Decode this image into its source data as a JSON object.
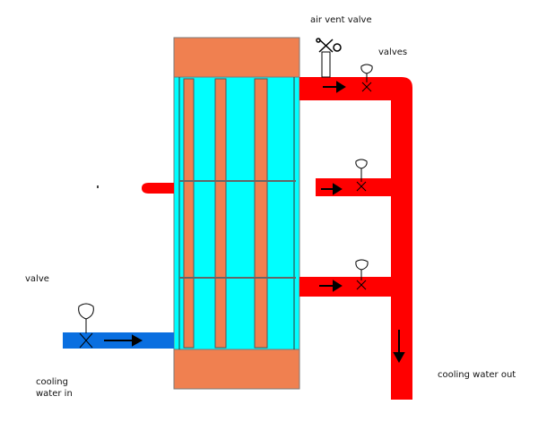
{
  "labels": {
    "air_vent_valve": "air vent valve",
    "valves": "valves",
    "valve": "valve",
    "cooling_water_in": "cooling water in",
    "cooling_water_out": "cooling water out"
  },
  "colors": {
    "shell_orange": "#f08050",
    "tube_cyan": "#00ffff",
    "hot_pipe_red": "#ff0000",
    "cold_pipe_blue": "#0a6fe0",
    "outline_gray": "#808080",
    "arrow_black": "#000000"
  },
  "icons": [
    "valve-icon",
    "air-vent-valve-icon",
    "flow-arrow-icon"
  ]
}
